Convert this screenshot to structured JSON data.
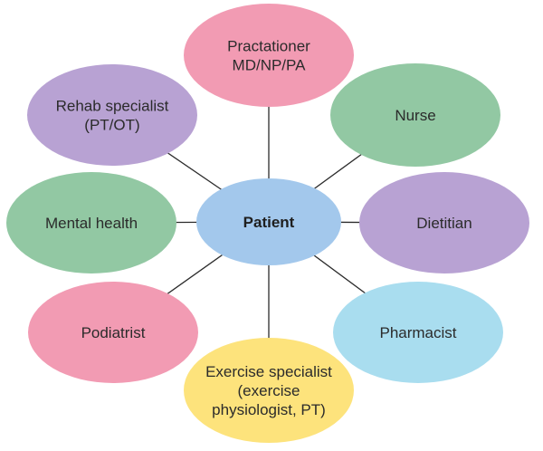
{
  "center": {
    "id": "patient",
    "label": "Patient",
    "color": "#a3c8ec"
  },
  "nodes": [
    {
      "id": "practitioner",
      "lines": [
        "Practationer",
        "MD/NP/PA"
      ],
      "color": "#f29bb3"
    },
    {
      "id": "nurse",
      "lines": [
        "Nurse"
      ],
      "color": "#92c8a3"
    },
    {
      "id": "dietitian",
      "lines": [
        "Dietitian"
      ],
      "color": "#b8a2d3"
    },
    {
      "id": "pharmacist",
      "lines": [
        "Pharmacist"
      ],
      "color": "#a9ddef"
    },
    {
      "id": "exercise-specialist",
      "lines": [
        "Exercise specialist",
        "(exercise",
        "physiologist, PT)"
      ],
      "color": "#fde37c"
    },
    {
      "id": "podiatrist",
      "lines": [
        "Podiatrist"
      ],
      "color": "#f29bb3"
    },
    {
      "id": "mental-health",
      "lines": [
        "Mental health"
      ],
      "color": "#92c8a3"
    },
    {
      "id": "rehab-specialist",
      "lines": [
        "Rehab specialist",
        "(PT/OT)"
      ],
      "color": "#b8a2d3"
    }
  ]
}
